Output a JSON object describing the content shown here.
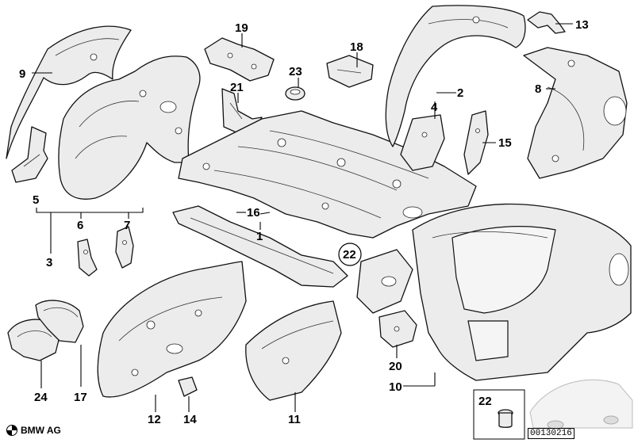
{
  "labels": {
    "p1": "1",
    "p2": "2",
    "p3": "3",
    "p4": "4",
    "p5": "5",
    "p6": "6",
    "p7": "7",
    "p8": "8",
    "p9": "9",
    "p10": "10",
    "p11": "11",
    "p12": "12",
    "p13": "13",
    "p14": "14",
    "p15": "15",
    "p16": "16",
    "p17": "17",
    "p18": "18",
    "p19": "19",
    "p20": "20",
    "p21": "21",
    "p22": "22",
    "p22_circled": "22",
    "p23": "23",
    "p24": "24"
  },
  "footer": {
    "brand": "BMW AG",
    "doc_number": "00130216"
  }
}
